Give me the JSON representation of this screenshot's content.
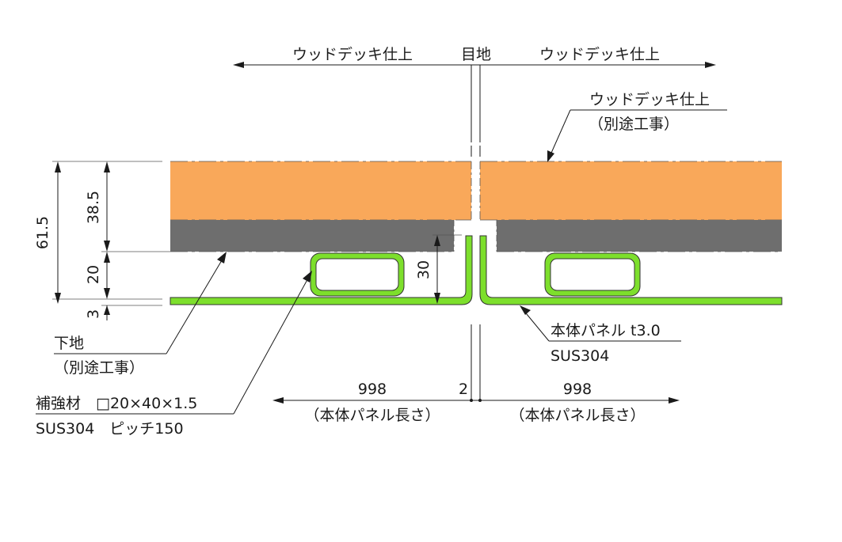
{
  "top_dimension": {
    "left_label": "ウッドデッキ仕上",
    "center_label": "目地",
    "right_label": "ウッドデッキ仕上"
  },
  "wood_finish_callout": {
    "title": "ウッドデッキ仕上",
    "note": "（別途工事）"
  },
  "base_callout": {
    "title": "下地",
    "note": "（別途工事）"
  },
  "reinforcement_callout": {
    "line1": "補強材　□20×40×1.5",
    "line2": "SUS304　ピッチ150"
  },
  "panel_callout": {
    "line1": "本体パネル t3.0",
    "line2": "SUS304"
  },
  "vertical_dimensions": {
    "total": "61.5",
    "deck": "38.5",
    "base": "20",
    "plate": "3",
    "inner": "30"
  },
  "bottom_dimension": {
    "left_value": "998",
    "left_note": "（本体パネル長さ）",
    "gap_value": "2",
    "right_value": "998",
    "right_note": "（本体パネル長さ）"
  },
  "colors": {
    "wood": "#f9a85a",
    "base": "#6e6e6e",
    "panel": "#7ddf2c",
    "tube_fill": "#ffffff"
  }
}
